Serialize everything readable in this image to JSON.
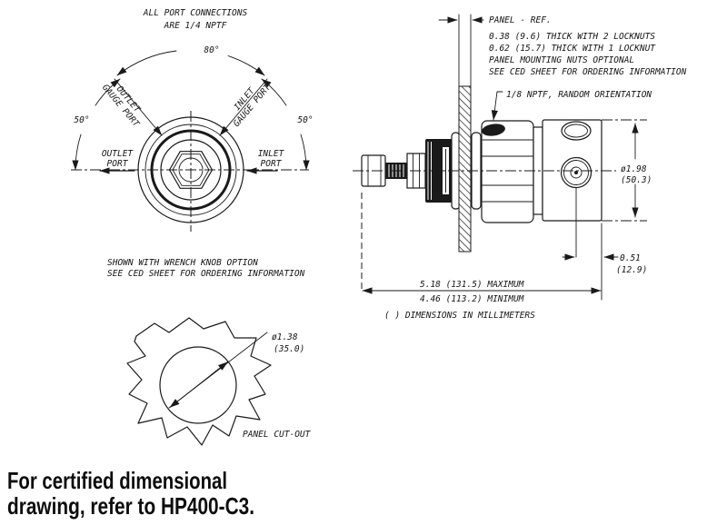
{
  "front_view": {
    "note": [
      "ALL PORT CONNECTIONS",
      "ARE 1/4 NPTF"
    ],
    "arc_top_angle": "80°",
    "arc_left_angle": "50°",
    "arc_right_angle": "50°",
    "outlet_gauge_label": [
      "OUTLET",
      "GAUGE PORT"
    ],
    "inlet_gauge_label": [
      "INLET",
      "GAUGE PORT"
    ],
    "outlet_port_label": [
      "OUTLET",
      "PORT"
    ],
    "inlet_port_label": [
      "INLET",
      "PORT"
    ],
    "caption": [
      "SHOWN WITH WRENCH KNOB OPTION",
      "SEE CED SHEET FOR ORDERING INFORMATION"
    ]
  },
  "side_view": {
    "panel_note": [
      "PANEL - REF.",
      "0.38 (9.6) THICK WITH 2 LOCKNUTS",
      "0.62 (15.7) THICK WITH 1 LOCKNUT",
      "PANEL MOUNTING NUTS OPTIONAL",
      "SEE CED SHEET FOR ORDERING INFORMATION"
    ],
    "nptf_note": "1/8 NPTF, RANDOM ORIENTATION",
    "dia_body": [
      "ø1.98",
      "(50.3)"
    ],
    "offset_dim": [
      "0.51",
      "(12.9)"
    ],
    "length_max": "5.18 (131.5) MAXIMUM",
    "length_min": "4.46 (113.2) MINIMUM",
    "mm_note": "( ) DIMENSIONS IN MILLIMETERS"
  },
  "cutout_view": {
    "dia": [
      "ø1.38",
      "(35.0)"
    ],
    "label": "PANEL CUT-OUT"
  },
  "footer": [
    "For certified dimensional",
    "drawing, refer to HP400-C3."
  ],
  "colors": {
    "ink": "#1a1a1a",
    "paper": "#ffffff"
  }
}
